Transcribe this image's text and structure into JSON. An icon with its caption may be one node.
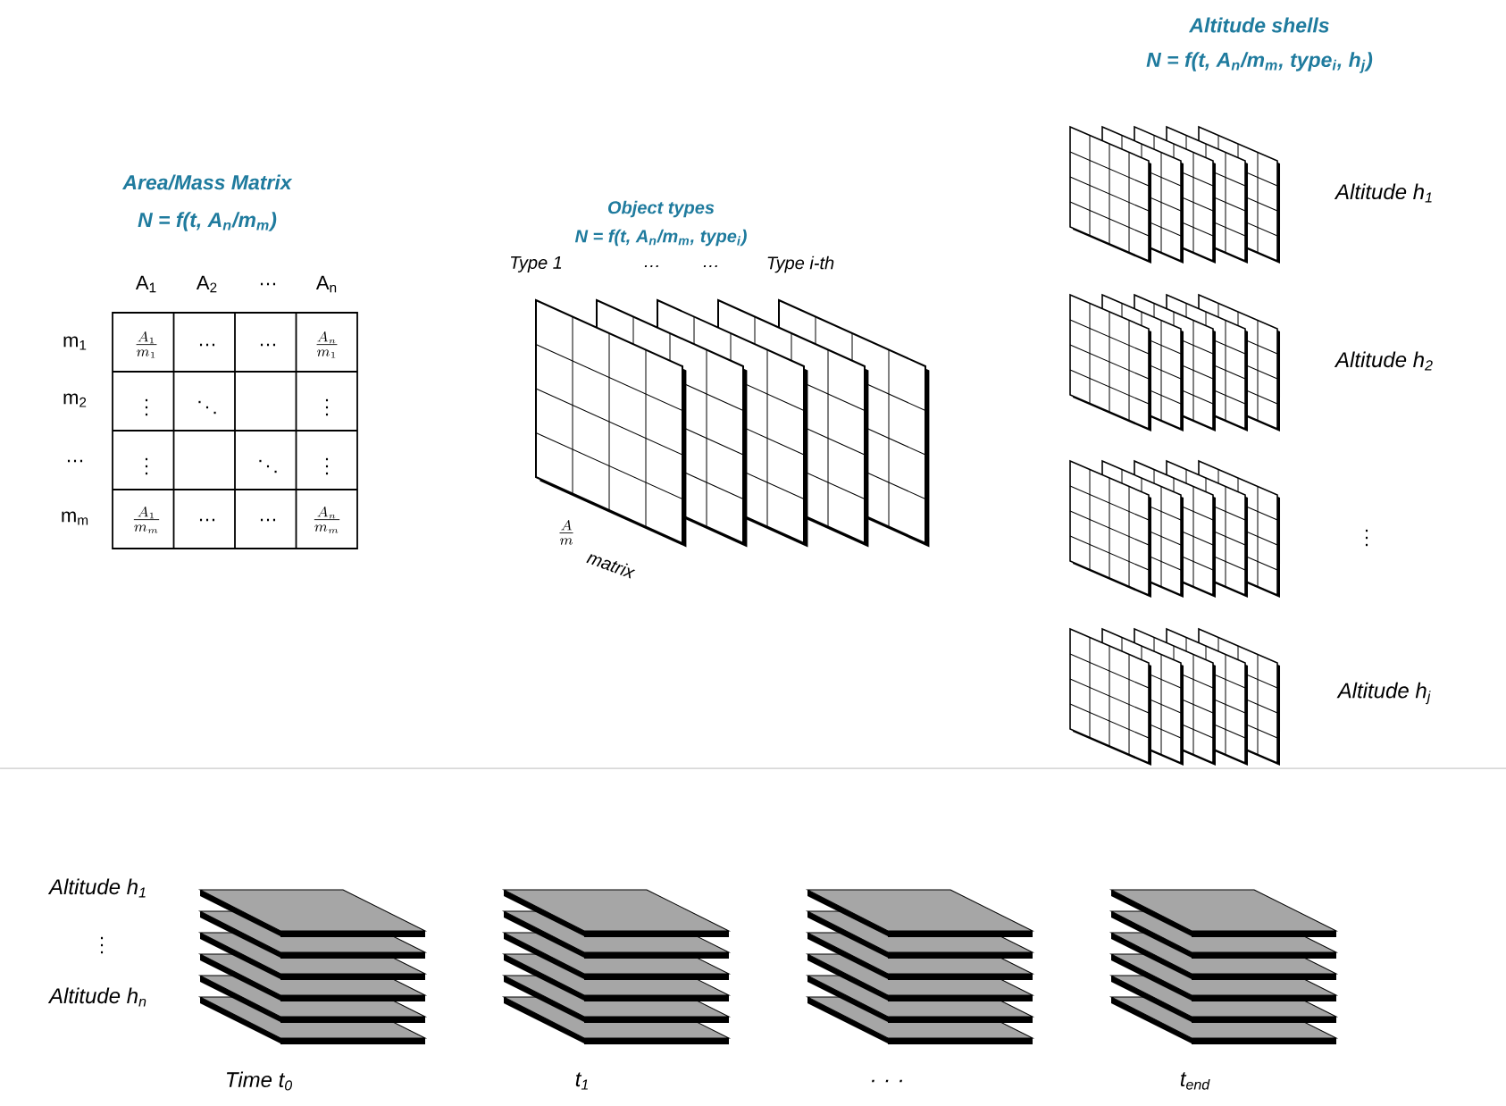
{
  "diagram": {
    "labels": [
      "Area/Mass Matrix",
      "N = f(t, A$_{n}$/m$_{m}$)",
      "A$_{1}$",
      "A$_{2}$",
      "…",
      "A$_{n}$",
      "m$_{1}$",
      "\\frac{A_1}{m_1}",
      "…",
      "…",
      "\\frac{A_n}{m_1}",
      "m$_{2}$",
      "\\vdots",
      "\\ddots",
      "\\vdots",
      "…",
      "\\vdots",
      "\\ddots",
      "\\vdots",
      "m$_{m}$",
      "\\frac{A_1}{m_m}",
      "…",
      "…",
      "\\frac{A_n}{m_m}",
      "Object types",
      "N = f(t, A$_{n}$/m$_{m}$, type$_{i}$)",
      "Type 1",
      "…",
      "…",
      "Type i-th",
      "\\frac{A}{m}",
      "matrix",
      "Altitude shells",
      "N = f(t, A$_{n}$/m$_{m}$, type$_{i}$, h$_{j}$)",
      "Altitude h$_{1}$",
      "Altitude h$_{2}$",
      "\\vdots",
      "Altitude h$_{j}$",
      "Altitude h$_{1}$",
      "\\vdots",
      "Altitude h$_{n}$",
      "Time t$_{0}$",
      "t$_{1}$",
      ". . .",
      "t$_{end}$"
    ]
  }
}
